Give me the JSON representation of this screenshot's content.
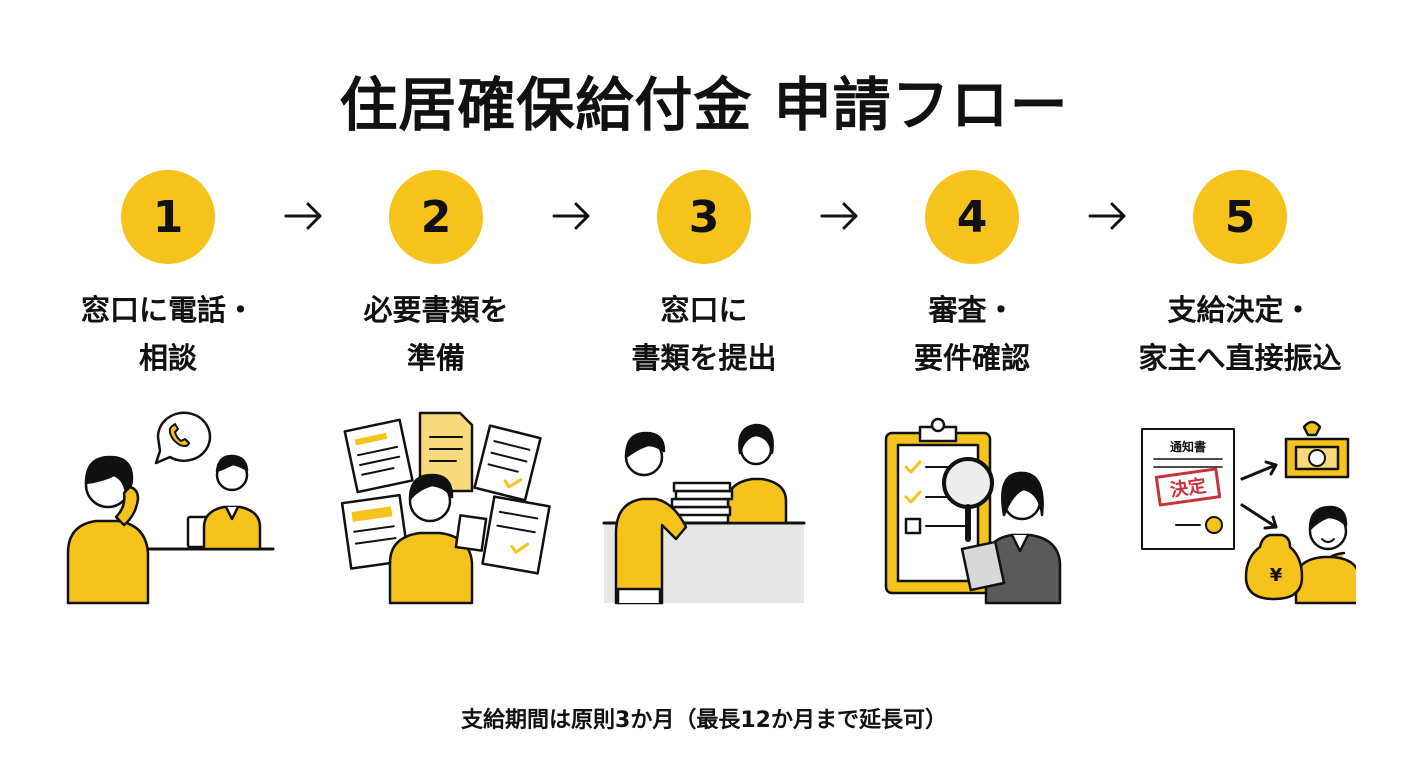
{
  "title": "住居確保給付金 申請フロー",
  "steps": [
    {
      "number": "1",
      "line1": "窓口に電話・",
      "line2": "相談"
    },
    {
      "number": "2",
      "line1": "必要書類を",
      "line2": "準備"
    },
    {
      "number": "3",
      "line1": "窓口に",
      "line2": "書類を提出"
    },
    {
      "number": "4",
      "line1": "審査・",
      "line2": "要件確認"
    },
    {
      "number": "5",
      "line1": "支給決定・",
      "line2": "家主へ直接振込"
    }
  ],
  "illustration_text": {
    "notice_title": "通知書",
    "stamp": "決定",
    "yen": "¥"
  },
  "footer": "支給期間は原則3か月（最長12か月まで延長可）",
  "colors": {
    "accent": "#F6C21C",
    "ink": "#111111",
    "stamp": "#C8323A"
  }
}
